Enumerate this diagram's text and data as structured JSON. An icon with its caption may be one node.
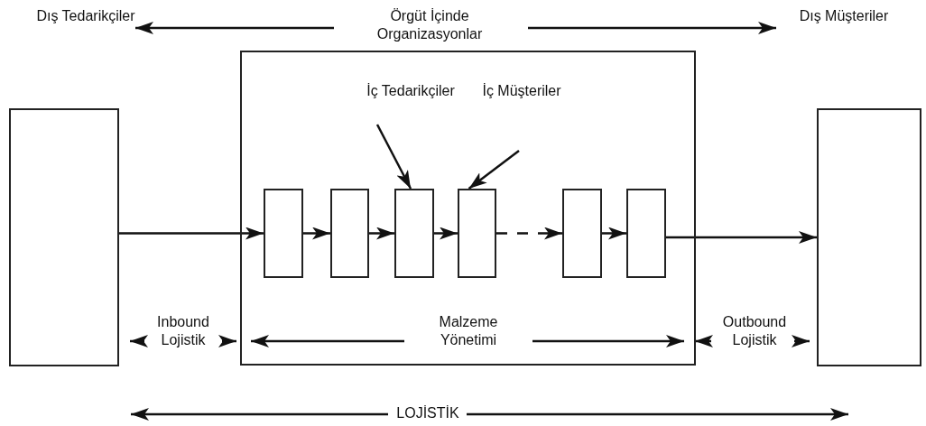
{
  "diagram": {
    "nodes": [
      {
        "text": [],
        "shape": "box"
      },
      {
        "text": [],
        "shape": "box"
      },
      {
        "text": [],
        "shape": "box",
        "in": 1
      },
      {
        "text": [],
        "shape": "box",
        "in": 1
      },
      {
        "text": [],
        "shape": "box",
        "in": 1
      },
      {
        "text": [],
        "shape": "box",
        "in": 1
      },
      {
        "text": [],
        "shape": "box",
        "in": 1
      },
      {
        "text": [],
        "shape": "box",
        "in": 1
      },
      {
        "text": [],
        "shape": "box"
      },
      {
        "text": [
          "İç Tedarikçiler"
        ],
        "in": 1
      },
      {
        "text": [
          "İç Müşteriler"
        ],
        "in": 1
      }
    ],
    "edges": [
      {
        "from": 0,
        "to": 2,
        "arrow": "to"
      },
      {
        "from": 2,
        "to": 3,
        "arrow": "to"
      },
      {
        "from": 3,
        "to": 4,
        "arrow": "to"
      },
      {
        "from": 4,
        "to": 5,
        "arrow": "to"
      },
      {
        "from": 5,
        "to": 6,
        "arrow": "to",
        "style": "dashed"
      },
      {
        "from": 6,
        "to": 7,
        "arrow": "to"
      },
      {
        "from": 7,
        "to": 8,
        "arrow": "to"
      },
      {
        "from": 9,
        "to": 4,
        "arrow": "to"
      },
      {
        "from": 10,
        "to": 5,
        "arrow": "to"
      }
    ],
    "labels": [
      "Dış Tedarikçiler",
      "Örgüt İçinde Organizasyonlar",
      "Dış Müşteriler",
      "Inbound Lojistik",
      "Malzeme Yönetimi",
      "Outbound Lojistik",
      "LOJİSTİK"
    ]
  }
}
